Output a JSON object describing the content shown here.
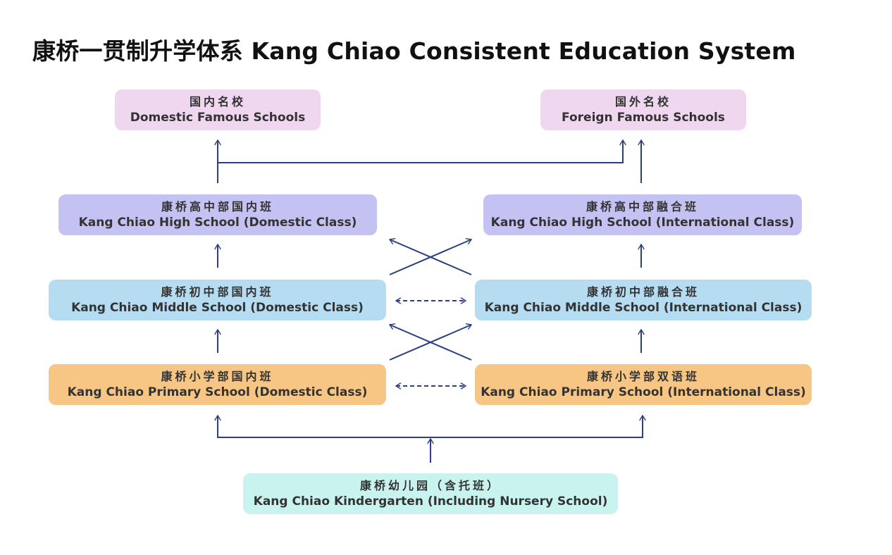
{
  "title": "康桥一贯制升学体系 Kang Chiao Consistent Education System",
  "colors": {
    "destination": "#efd8ef",
    "high": "#c4c2f2",
    "middle": "#b5dcf1",
    "primary": "#f7c584",
    "kindergarten": "#c9f3ee",
    "arrow": "#2b3f80"
  },
  "nodes": {
    "domestic_famous": {
      "cn": "国内名校",
      "en": "Domestic Famous Schools"
    },
    "foreign_famous": {
      "cn": "国外名校",
      "en": "Foreign Famous Schools"
    },
    "high_domestic": {
      "cn": "康桥高中部国内班",
      "en": "Kang Chiao High School (Domestic Class)"
    },
    "high_intl": {
      "cn": "康桥高中部融合班",
      "en": "Kang Chiao High School (International Class)"
    },
    "middle_domestic": {
      "cn": "康桥初中部国内班",
      "en": "Kang Chiao Middle School (Domestic Class)"
    },
    "middle_intl": {
      "cn": "康桥初中部融合班",
      "en": "Kang Chiao Middle School (International Class)"
    },
    "primary_domestic": {
      "cn": "康桥小学部国内班",
      "en": "Kang Chiao Primary School (Domestic Class)"
    },
    "primary_intl": {
      "cn": "康桥小学部双语班",
      "en": "Kang Chiao Primary School (International Class)"
    },
    "kindergarten": {
      "cn": "康桥幼儿园（含托班）",
      "en": "Kang Chiao Kindergarten (Including Nursery School)"
    }
  }
}
